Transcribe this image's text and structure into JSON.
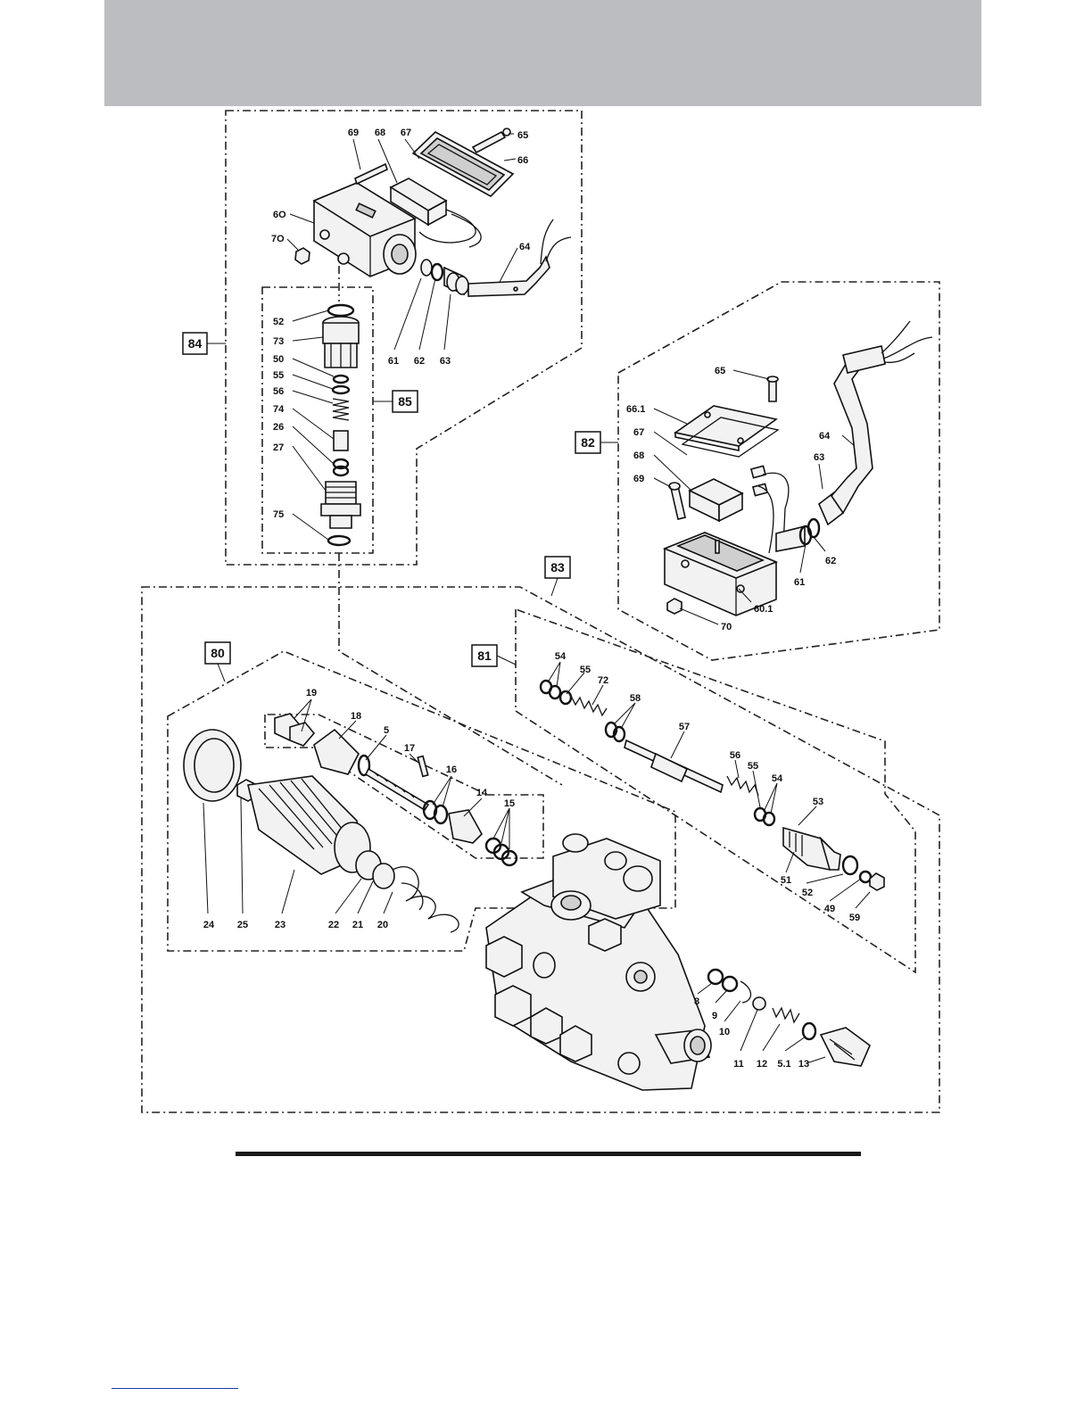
{
  "boxes": [
    {
      "id": "84",
      "label": "84"
    },
    {
      "id": "85",
      "label": "85"
    },
    {
      "id": "82",
      "label": "82"
    },
    {
      "id": "83",
      "label": "83"
    },
    {
      "id": "80",
      "label": "80"
    },
    {
      "id": "81",
      "label": "81"
    }
  ],
  "callouts": {
    "g84": [
      "69",
      "68",
      "67",
      "65",
      "66",
      "6O",
      "7O",
      "64",
      "61",
      "62",
      "63"
    ],
    "g85": [
      "52",
      "73",
      "50",
      "55",
      "56",
      "74",
      "26",
      "27",
      "75"
    ],
    "g82": [
      "65",
      "66.1",
      "67",
      "68",
      "69",
      "64",
      "63",
      "62",
      "61",
      "60.1",
      "70"
    ],
    "g81": [
      "54",
      "55",
      "72",
      "58",
      "57",
      "56",
      "55",
      "54",
      "53",
      "51",
      "52",
      "49",
      "59"
    ],
    "g80": [
      "19",
      "18",
      "5",
      "17",
      "16",
      "14",
      "15",
      "24",
      "25",
      "23",
      "22",
      "21",
      "20"
    ],
    "g83": [
      "8",
      "9",
      "10",
      "11",
      "12",
      "5.1",
      "13"
    ]
  },
  "icons": {
    "header": "gray-header-band",
    "footer": "blue-footer-rule"
  }
}
